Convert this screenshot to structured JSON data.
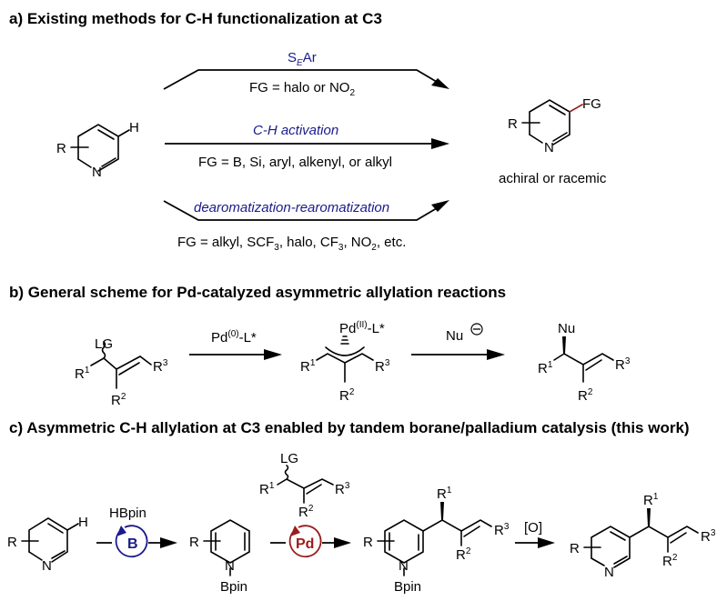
{
  "sections": {
    "a": {
      "title": "a) Existing methods for C-H functionalization at C3",
      "methods": [
        {
          "name_main": "S",
          "name_sub": "E",
          "name_tail": "Ar",
          "scope": "FG = halo or NO",
          "scope_sub": "2"
        },
        {
          "name": "C-H activation",
          "scope": "FG = B, Si, aryl, alkenyl, or alkyl"
        },
        {
          "name": "dearomatization-rearomatization",
          "scope_parts": [
            "FG = alkyl, SCF",
            "3",
            ", halo, CF",
            "3",
            ", NO",
            "2",
            ", etc."
          ]
        }
      ],
      "substrate": {
        "substituent": "R",
        "atom_n": "N",
        "atom_h": "H"
      },
      "product": {
        "substituent": "R",
        "atom_n": "N",
        "group": "FG",
        "note": "achiral or racemic"
      }
    },
    "b": {
      "title": "b) General scheme for Pd-catalyzed asymmetric allylation reactions",
      "substrate": {
        "lg": "LG",
        "r1": "R",
        "r2": "R",
        "r3": "R",
        "s1": "1",
        "s2": "2",
        "s3": "3"
      },
      "step1": {
        "reagent": "Pd",
        "sup": "(0)",
        "tail": "-L*"
      },
      "intermediate": {
        "metal": "Pd",
        "sup": "(II)",
        "tail": "-L*",
        "r1": "R",
        "r2": "R",
        "r3": "R",
        "s1": "1",
        "s2": "2",
        "s3": "3"
      },
      "step2": {
        "reagent": "Nu",
        "charge": "−"
      },
      "product": {
        "nu": "Nu",
        "r1": "R",
        "r2": "R",
        "r3": "R",
        "s1": "1",
        "s2": "2",
        "s3": "3"
      }
    },
    "c": {
      "title": "c) Asymmetric C-H allylation at C3 enabled by tandem borane/palladium catalysis (this work)",
      "substrate": {
        "substituent": "R",
        "atom_n": "N",
        "atom_h": "H"
      },
      "step1": {
        "reagent": "HBpin",
        "catalyst": "B"
      },
      "dihydro": {
        "substituent": "R",
        "atom_n": "N",
        "nsub": "Bpin"
      },
      "step2": {
        "catalyst": "Pd",
        "lg": "LG",
        "r1": "R",
        "r2": "R",
        "r3": "R",
        "s1": "1",
        "s2": "2",
        "s3": "3"
      },
      "allylated": {
        "substituent": "R",
        "atom_n": "N",
        "nsub": "Bpin",
        "r1": "R",
        "r2": "R",
        "r3": "R",
        "s1": "1",
        "s2": "2",
        "s3": "3"
      },
      "step3": {
        "reagent": "[O]"
      },
      "product": {
        "substituent": "R",
        "atom_n": "N",
        "r1": "R",
        "r2": "R",
        "r3": "R",
        "s1": "1",
        "s2": "2",
        "s3": "3"
      }
    }
  },
  "colors": {
    "blue": "#1a1a8c",
    "red": "#9b1c1c"
  }
}
